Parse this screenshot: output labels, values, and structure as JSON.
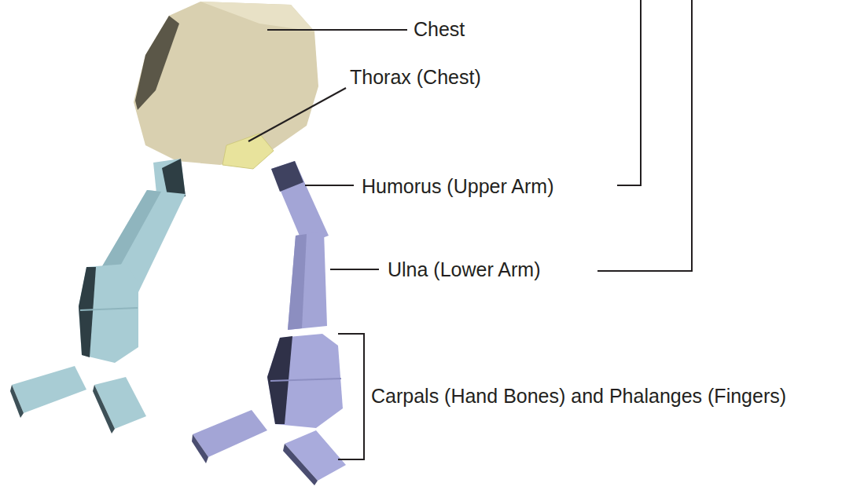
{
  "diagram": {
    "labels": [
      "Chest",
      "Thorax (Chest)",
      "Humorus (Upper Arm)",
      "Ulna (Lower Arm)",
      "Carpals (Hand Bones) and Phalanges (Fingers)"
    ]
  }
}
